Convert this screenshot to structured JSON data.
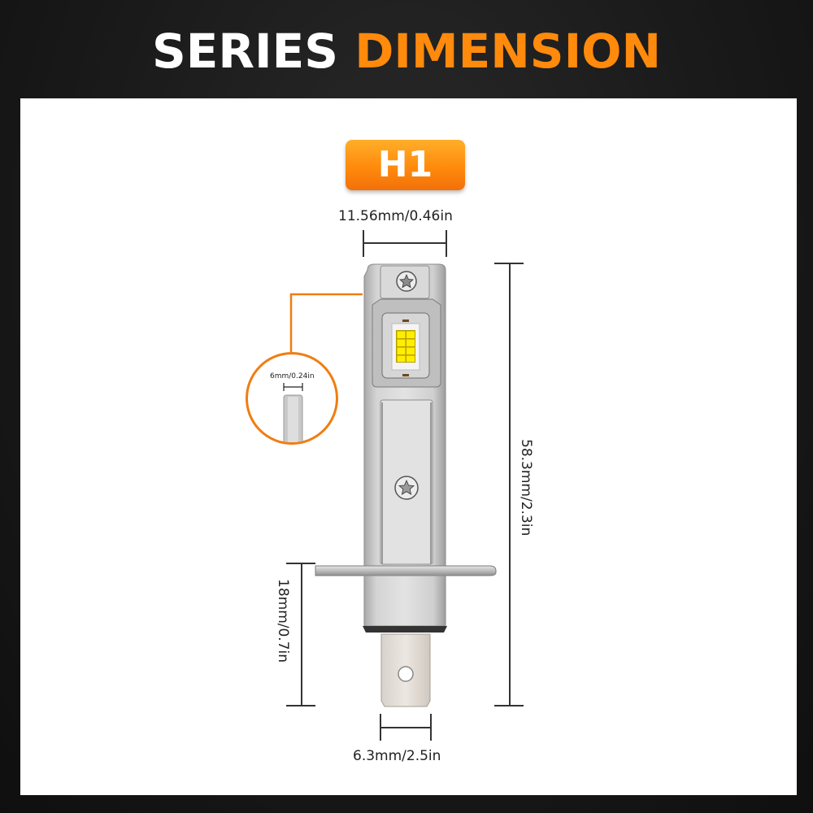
{
  "title": {
    "word1": "SERIES",
    "word2": "DIMENSION",
    "word1_color": "#ffffff",
    "word2_color": "#ff8a0c"
  },
  "product": {
    "model_badge": "H1",
    "badge_color": "#ff8a0c"
  },
  "dimensions": {
    "head_width": "11.56mm/0.46in",
    "total_length": "58.3mm/2.3in",
    "base_length": "18mm/0.7in",
    "terminal_width": "6.3mm/2.5in",
    "detail_thickness": "6mm/0.24in"
  },
  "icons": {
    "screw_top": "star-screw-icon",
    "screw_mid": "star-screw-icon",
    "led_chip": "led-chip-icon"
  },
  "colors": {
    "accent": "#ff8a0c",
    "callout": "#f07d12",
    "background": "#1a1a1a",
    "panel": "#ffffff"
  }
}
